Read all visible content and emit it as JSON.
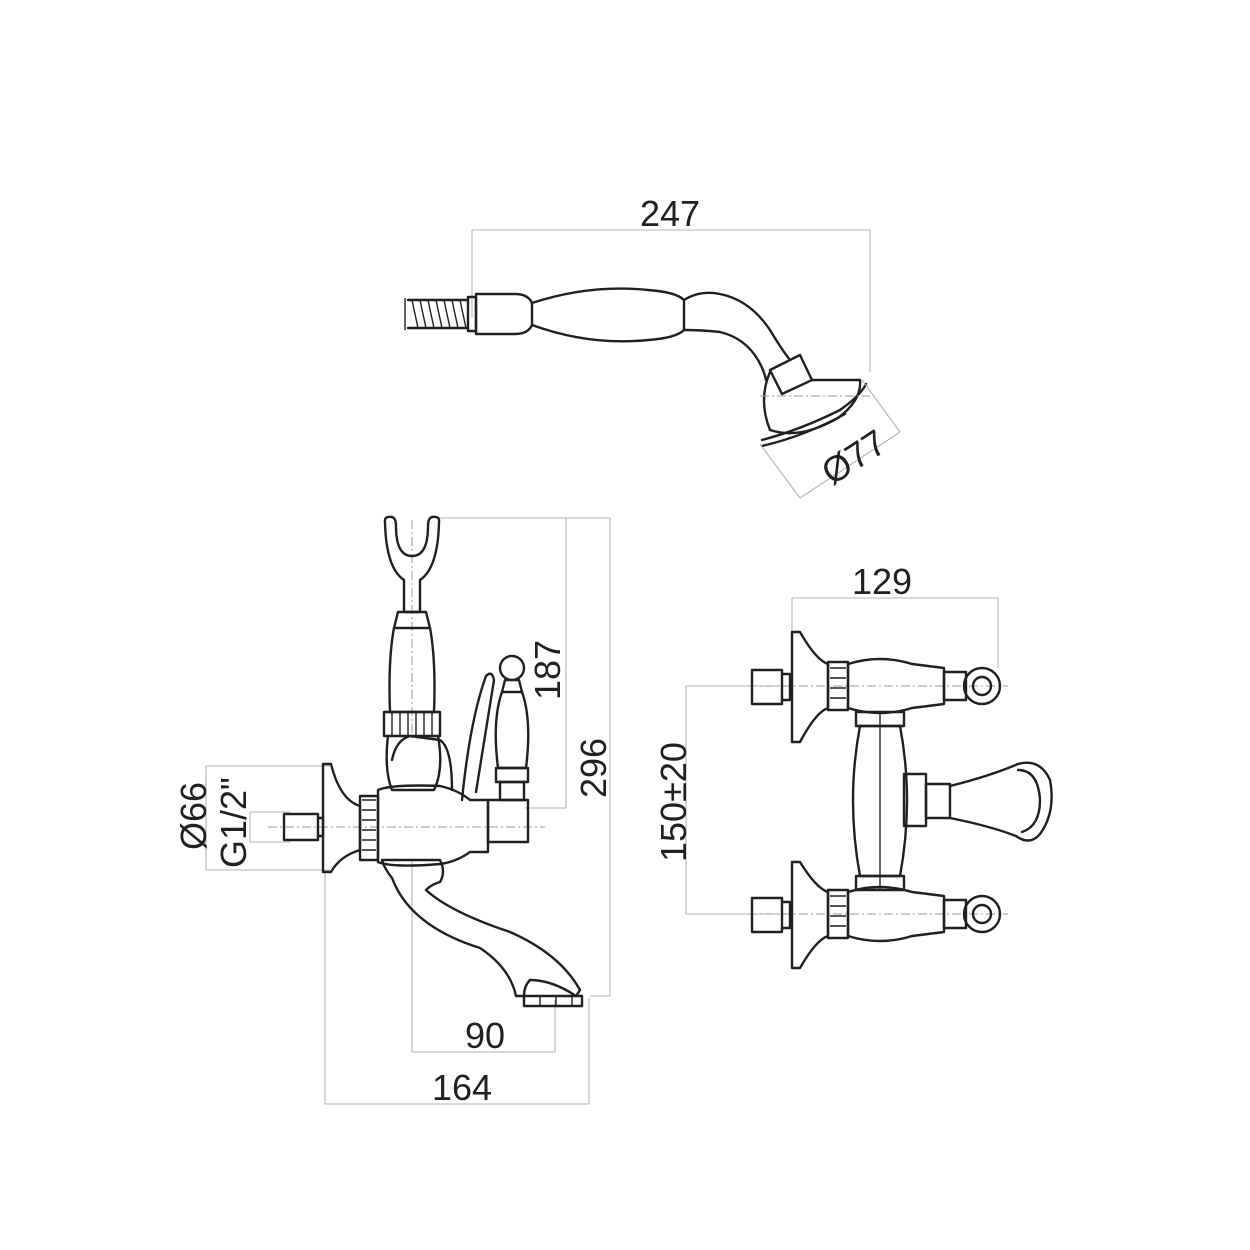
{
  "title": "",
  "colors": {
    "line": "#231f20",
    "dimension_line": "#b3b3b3",
    "background": "#ffffff"
  },
  "views": {
    "hand_shower": {
      "length": "247",
      "head_diameter": "Ø77"
    },
    "side_view": {
      "holder_height": "187",
      "total_height": "296",
      "wall_plate_diameter": "Ø66",
      "thread": "G1/2\"",
      "spout_reach": "90",
      "total_depth": "164"
    },
    "front_view": {
      "width": "129",
      "center_distance": "150±20"
    }
  }
}
